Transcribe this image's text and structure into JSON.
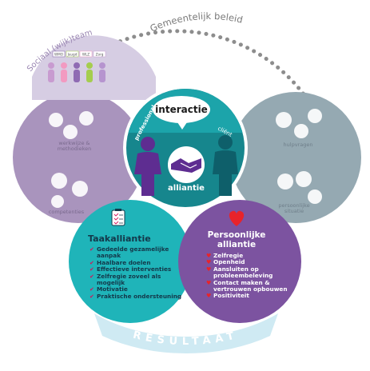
{
  "top_arc": {
    "title": "Gemeentelijk beleid"
  },
  "left_arc": {
    "title": "Sociaal (wijk)team"
  },
  "tags": [
    "WMO",
    "Jeugd",
    "WLZ",
    "Zorg"
  ],
  "left_circle": {
    "label_top": "werkwijze & methodieken",
    "label_bottom": "competenties"
  },
  "right_circle": {
    "label_top": "hulpvragen",
    "label_bottom": "persoonlijke situatie"
  },
  "center": {
    "bubble": "interactie",
    "professional": "professional",
    "client": "cliënt",
    "alliance": "alliantie"
  },
  "task": {
    "title": "Taakalliantie",
    "items": [
      "Gedeelde gezamelijke aanpak",
      "Haalbare doelen",
      "Effectieve interventies",
      "Zelfregie zoveel als mogelijk",
      "Motivatie",
      "Praktische ondersteuning"
    ]
  },
  "personal": {
    "title": "Persoonlijke alliantie",
    "items": [
      "Zelfregie",
      "Openheid",
      "Aansluiten op probleembeleving",
      "Contact maken & vertrouwen opbouwen",
      "Positiviteit"
    ]
  },
  "result": {
    "label": "RESULTAAT"
  },
  "colors": {
    "purple": "#7c53a0",
    "lilac": "#a893bb",
    "teal": "#1eb1b5",
    "dark_teal": "#16868d",
    "grey_blue": "#93a8b1",
    "red": "#e8232a"
  }
}
